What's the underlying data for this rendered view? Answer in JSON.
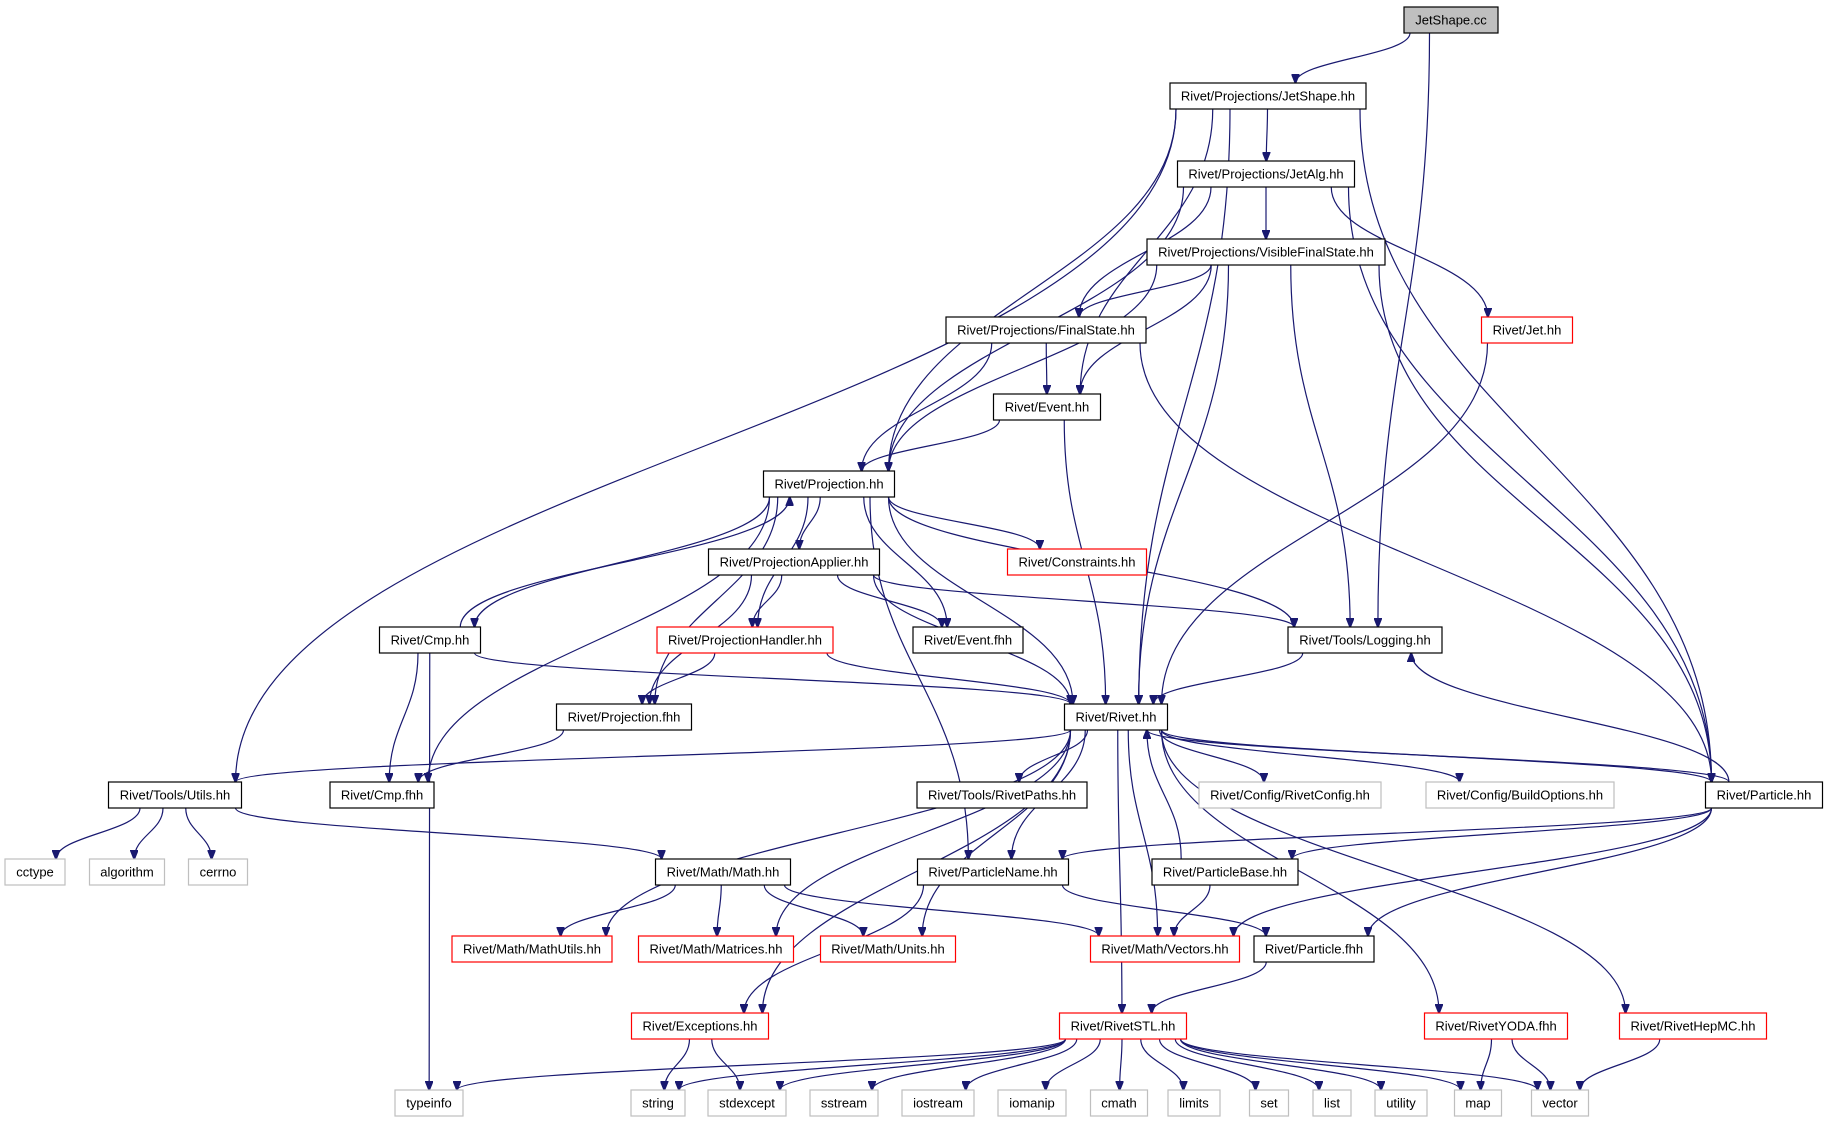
{
  "graph": {
    "title": "JetShape.cc",
    "edge_color": "#191970",
    "nodes": [
      {
        "id": "jetshape_cc",
        "label": "JetShape.cc",
        "style": "root"
      },
      {
        "id": "jetshape_hh",
        "label": "Rivet/Projections/JetShape.hh",
        "style": "std"
      },
      {
        "id": "jetalg",
        "label": "Rivet/Projections/JetAlg.hh",
        "style": "std"
      },
      {
        "id": "vfs",
        "label": "Rivet/Projections/VisibleFinalState.hh",
        "style": "std"
      },
      {
        "id": "jet",
        "label": "Rivet/Jet.hh",
        "style": "red"
      },
      {
        "id": "finalstate",
        "label": "Rivet/Projections/FinalState.hh",
        "style": "std"
      },
      {
        "id": "event_hh",
        "label": "Rivet/Event.hh",
        "style": "std"
      },
      {
        "id": "projection_hh",
        "label": "Rivet/Projection.hh",
        "style": "std"
      },
      {
        "id": "projapplier",
        "label": "Rivet/ProjectionApplier.hh",
        "style": "std"
      },
      {
        "id": "constraints",
        "label": "Rivet/Constraints.hh",
        "style": "red"
      },
      {
        "id": "cmp_hh",
        "label": "Rivet/Cmp.hh",
        "style": "std"
      },
      {
        "id": "projhandler",
        "label": "Rivet/ProjectionHandler.hh",
        "style": "red"
      },
      {
        "id": "event_fhh",
        "label": "Rivet/Event.fhh",
        "style": "std"
      },
      {
        "id": "logging",
        "label": "Rivet/Tools/Logging.hh",
        "style": "std"
      },
      {
        "id": "projection_fhh",
        "label": "Rivet/Projection.fhh",
        "style": "std"
      },
      {
        "id": "rivet_hh",
        "label": "Rivet/Rivet.hh",
        "style": "std"
      },
      {
        "id": "utils",
        "label": "Rivet/Tools/Utils.hh",
        "style": "std"
      },
      {
        "id": "cmp_fhh",
        "label": "Rivet/Cmp.fhh",
        "style": "std"
      },
      {
        "id": "rivetpaths",
        "label": "Rivet/Tools/RivetPaths.hh",
        "style": "std"
      },
      {
        "id": "rivetconfig",
        "label": "Rivet/Config/RivetConfig.hh",
        "style": "gray"
      },
      {
        "id": "buildoptions",
        "label": "Rivet/Config/BuildOptions.hh",
        "style": "gray"
      },
      {
        "id": "particle_hh",
        "label": "Rivet/Particle.hh",
        "style": "std"
      },
      {
        "id": "cctype",
        "label": "cctype",
        "style": "gray"
      },
      {
        "id": "algorithm",
        "label": "algorithm",
        "style": "gray"
      },
      {
        "id": "cerrno",
        "label": "cerrno",
        "style": "gray"
      },
      {
        "id": "math",
        "label": "Rivet/Math/Math.hh",
        "style": "std"
      },
      {
        "id": "particlename",
        "label": "Rivet/ParticleName.hh",
        "style": "std"
      },
      {
        "id": "particlebase",
        "label": "Rivet/ParticleBase.hh",
        "style": "std"
      },
      {
        "id": "mathutils",
        "label": "Rivet/Math/MathUtils.hh",
        "style": "red"
      },
      {
        "id": "matrices",
        "label": "Rivet/Math/Matrices.hh",
        "style": "red"
      },
      {
        "id": "units",
        "label": "Rivet/Math/Units.hh",
        "style": "red"
      },
      {
        "id": "vectors",
        "label": "Rivet/Math/Vectors.hh",
        "style": "red"
      },
      {
        "id": "particle_fhh",
        "label": "Rivet/Particle.fhh",
        "style": "std"
      },
      {
        "id": "exceptions",
        "label": "Rivet/Exceptions.hh",
        "style": "red"
      },
      {
        "id": "rivetstl",
        "label": "Rivet/RivetSTL.hh",
        "style": "red"
      },
      {
        "id": "rivetyoda",
        "label": "Rivet/RivetYODA.fhh",
        "style": "red"
      },
      {
        "id": "rivethepmc",
        "label": "Rivet/RivetHepMC.hh",
        "style": "red"
      },
      {
        "id": "typeinfo",
        "label": "typeinfo",
        "style": "gray"
      },
      {
        "id": "string",
        "label": "string",
        "style": "gray"
      },
      {
        "id": "stdexcept",
        "label": "stdexcept",
        "style": "gray"
      },
      {
        "id": "sstream",
        "label": "sstream",
        "style": "gray"
      },
      {
        "id": "iostream",
        "label": "iostream",
        "style": "gray"
      },
      {
        "id": "iomanip",
        "label": "iomanip",
        "style": "gray"
      },
      {
        "id": "cmath",
        "label": "cmath",
        "style": "gray"
      },
      {
        "id": "limits",
        "label": "limits",
        "style": "gray"
      },
      {
        "id": "set",
        "label": "set",
        "style": "gray"
      },
      {
        "id": "list",
        "label": "list",
        "style": "gray"
      },
      {
        "id": "utility",
        "label": "utility",
        "style": "gray"
      },
      {
        "id": "map",
        "label": "map",
        "style": "gray"
      },
      {
        "id": "vector",
        "label": "vector",
        "style": "gray"
      }
    ],
    "edges": [
      [
        "jetshape_cc",
        "jetshape_hh"
      ],
      [
        "jetshape_cc",
        "logging"
      ],
      [
        "jetshape_hh",
        "jetalg"
      ],
      [
        "jetshape_hh",
        "utils"
      ],
      [
        "jetshape_hh",
        "projection_hh"
      ],
      [
        "jetshape_hh",
        "event_hh"
      ],
      [
        "jetshape_hh",
        "rivet_hh"
      ],
      [
        "jetshape_hh",
        "particle_hh"
      ],
      [
        "jetalg",
        "vfs"
      ],
      [
        "jetalg",
        "jet"
      ],
      [
        "jetalg",
        "finalstate"
      ],
      [
        "jetalg",
        "projection_hh"
      ],
      [
        "jetalg",
        "particle_hh"
      ],
      [
        "vfs",
        "finalstate"
      ],
      [
        "vfs",
        "event_hh"
      ],
      [
        "vfs",
        "projection_hh"
      ],
      [
        "vfs",
        "logging"
      ],
      [
        "vfs",
        "rivet_hh"
      ],
      [
        "vfs",
        "particle_hh"
      ],
      [
        "jet",
        "rivet_hh"
      ],
      [
        "finalstate",
        "event_hh"
      ],
      [
        "finalstate",
        "projection_hh"
      ],
      [
        "finalstate",
        "particle_hh"
      ],
      [
        "event_hh",
        "projection_hh"
      ],
      [
        "event_hh",
        "rivet_hh"
      ],
      [
        "projection_hh",
        "projapplier"
      ],
      [
        "projection_hh",
        "constraints"
      ],
      [
        "projection_hh",
        "cmp_hh"
      ],
      [
        "projection_hh",
        "projhandler"
      ],
      [
        "projection_hh",
        "event_fhh"
      ],
      [
        "projection_hh",
        "logging"
      ],
      [
        "projection_hh",
        "projection_fhh"
      ],
      [
        "projection_hh",
        "rivet_hh"
      ],
      [
        "projection_hh",
        "cmp_fhh"
      ],
      [
        "projection_hh",
        "particlename"
      ],
      [
        "projapplier",
        "projhandler"
      ],
      [
        "projapplier",
        "event_fhh"
      ],
      [
        "projapplier",
        "logging"
      ],
      [
        "projapplier",
        "projection_fhh"
      ],
      [
        "projapplier",
        "rivet_hh"
      ],
      [
        "cmp_hh",
        "projection_hh"
      ],
      [
        "cmp_hh",
        "cmp_fhh"
      ],
      [
        "cmp_hh",
        "rivet_hh"
      ],
      [
        "cmp_hh",
        "typeinfo"
      ],
      [
        "projhandler",
        "projection_fhh"
      ],
      [
        "projhandler",
        "rivet_hh"
      ],
      [
        "logging",
        "rivet_hh"
      ],
      [
        "projection_fhh",
        "cmp_fhh"
      ],
      [
        "rivet_hh",
        "utils"
      ],
      [
        "rivet_hh",
        "rivetpaths"
      ],
      [
        "rivet_hh",
        "rivetconfig"
      ],
      [
        "rivet_hh",
        "buildoptions"
      ],
      [
        "rivet_hh",
        "particle_hh"
      ],
      [
        "rivet_hh",
        "particlename"
      ],
      [
        "rivet_hh",
        "mathutils"
      ],
      [
        "rivet_hh",
        "matrices"
      ],
      [
        "rivet_hh",
        "units"
      ],
      [
        "rivet_hh",
        "vectors"
      ],
      [
        "rivet_hh",
        "exceptions"
      ],
      [
        "rivet_hh",
        "rivetstl"
      ],
      [
        "rivet_hh",
        "rivetyoda"
      ],
      [
        "rivet_hh",
        "rivethepmc"
      ],
      [
        "utils",
        "cctype"
      ],
      [
        "utils",
        "algorithm"
      ],
      [
        "utils",
        "cerrno"
      ],
      [
        "utils",
        "math"
      ],
      [
        "particle_hh",
        "rivet_hh"
      ],
      [
        "particle_hh",
        "logging"
      ],
      [
        "particle_hh",
        "particlename"
      ],
      [
        "particle_hh",
        "particlebase"
      ],
      [
        "particle_hh",
        "vectors"
      ],
      [
        "particle_hh",
        "particle_fhh"
      ],
      [
        "math",
        "mathutils"
      ],
      [
        "math",
        "matrices"
      ],
      [
        "math",
        "units"
      ],
      [
        "math",
        "vectors"
      ],
      [
        "particlename",
        "exceptions"
      ],
      [
        "particlename",
        "particle_fhh"
      ],
      [
        "particlebase",
        "rivet_hh"
      ],
      [
        "particlebase",
        "vectors"
      ],
      [
        "particle_fhh",
        "rivetstl"
      ],
      [
        "exceptions",
        "string"
      ],
      [
        "exceptions",
        "stdexcept"
      ],
      [
        "rivetstl",
        "typeinfo"
      ],
      [
        "rivetstl",
        "string"
      ],
      [
        "rivetstl",
        "stdexcept"
      ],
      [
        "rivetstl",
        "sstream"
      ],
      [
        "rivetstl",
        "iostream"
      ],
      [
        "rivetstl",
        "iomanip"
      ],
      [
        "rivetstl",
        "cmath"
      ],
      [
        "rivetstl",
        "limits"
      ],
      [
        "rivetstl",
        "set"
      ],
      [
        "rivetstl",
        "list"
      ],
      [
        "rivetstl",
        "utility"
      ],
      [
        "rivetstl",
        "map"
      ],
      [
        "rivetstl",
        "vector"
      ],
      [
        "rivetyoda",
        "map"
      ],
      [
        "rivetyoda",
        "vector"
      ],
      [
        "rivethepmc",
        "vector"
      ]
    ]
  }
}
